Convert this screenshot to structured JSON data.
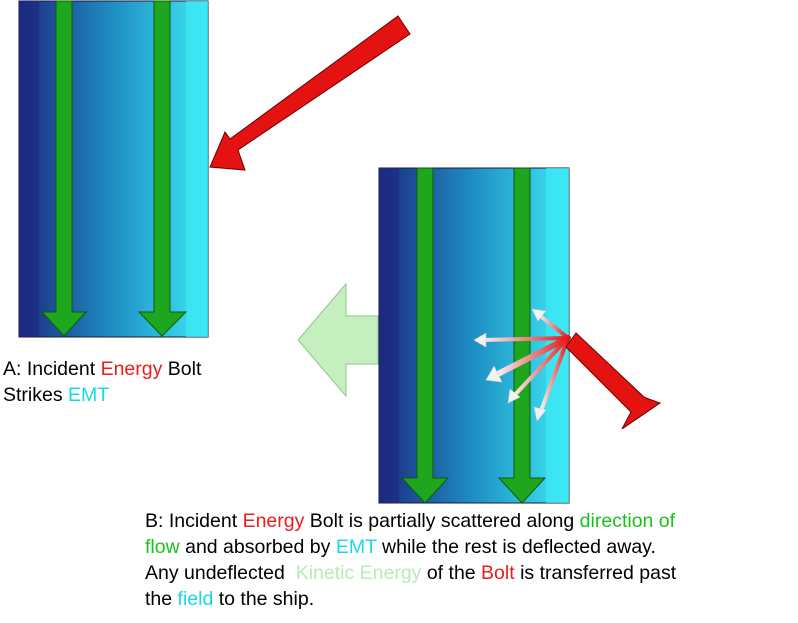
{
  "colors": {
    "energy": "#ee1c1c",
    "emt": "#18d8e8",
    "flow": "#19c219",
    "kinetic": "#b8ecb4",
    "field_dark": "#1c2a80",
    "field_light": "#3ee8f4",
    "flow_arrow_fill": "#1ea61e",
    "bolt_fill": "#e51212"
  },
  "caption_a": {
    "line1": {
      "p1": "A: Incident ",
      "p2": "Energy",
      "p3": " Bolt"
    },
    "line2": {
      "p1": "Strikes ",
      "p2": "EMT"
    }
  },
  "caption_b": {
    "line1": {
      "p1": "B: Incident ",
      "p2": "Energy",
      "p3": " Bolt is partially scattered along ",
      "p4": "direction of"
    },
    "line2": {
      "p1": "flow",
      "p2": " and absorbed by ",
      "p3": "EMT",
      "p4": " while the rest is deflected away."
    },
    "line3": {
      "p1": "Any undeflected  ",
      "p2": "Kinetic Energy",
      "p3": " of the ",
      "p4": "Bolt",
      "p5": " is transferred past"
    },
    "line4": {
      "p1": "the ",
      "p2": "field",
      "p3": " to the ship."
    }
  }
}
